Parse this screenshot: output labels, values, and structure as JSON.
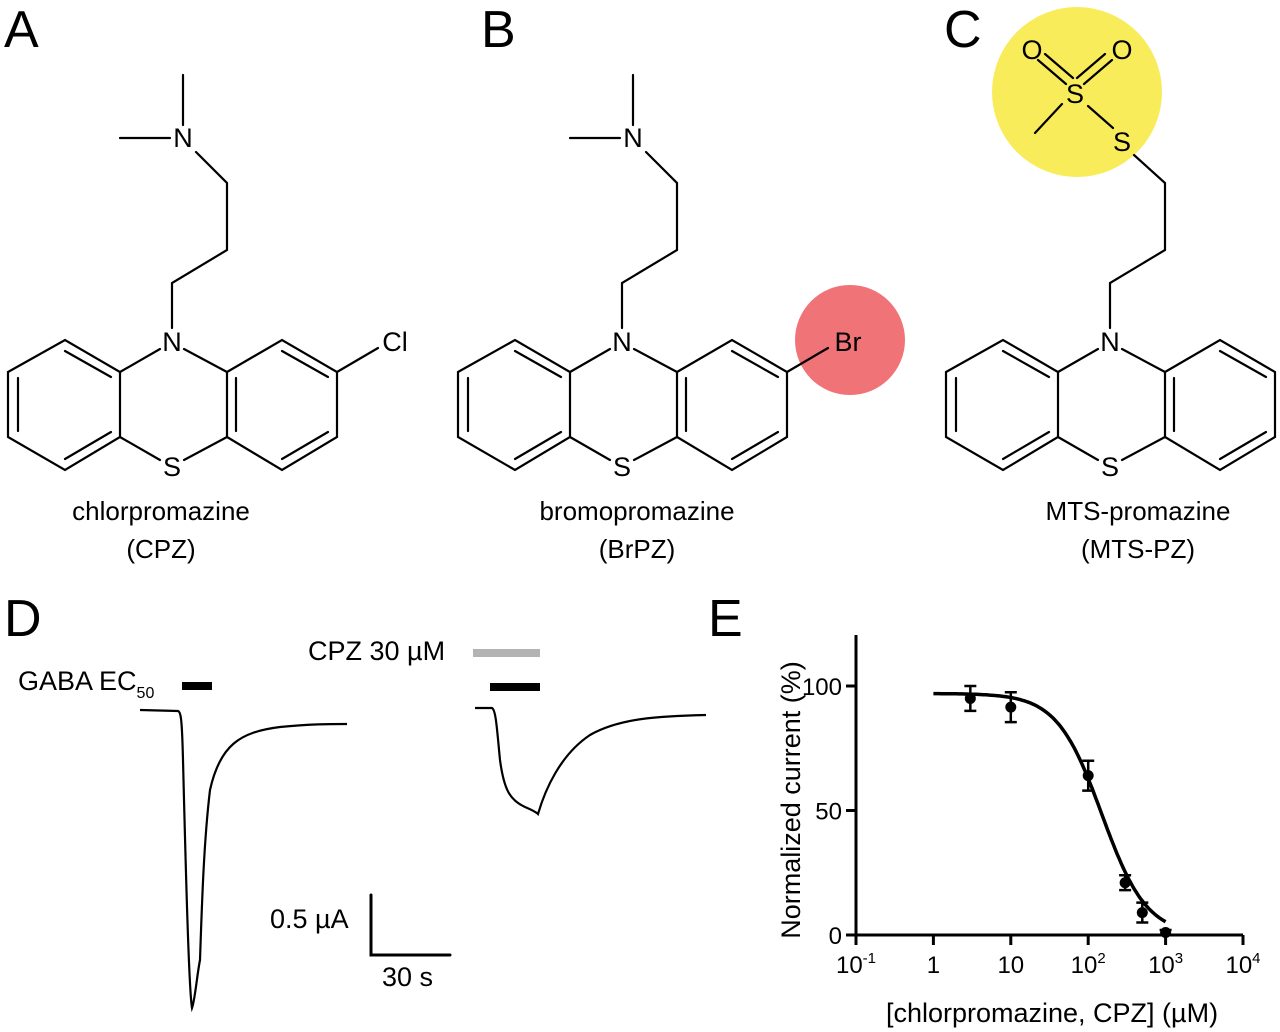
{
  "panels": {
    "A": {
      "letter": "A",
      "name": "chlorpromazine",
      "abbr": "(CPZ)",
      "atoms": {
        "N_amine": "N",
        "N_ring": "N",
        "S": "S",
        "sub": "Cl"
      }
    },
    "B": {
      "letter": "B",
      "name": "bromopromazine",
      "abbr": "(BrPZ)",
      "atoms": {
        "N_amine": "N",
        "N_ring": "N",
        "S": "S",
        "sub": "Br"
      },
      "highlight_color": "#f07378"
    },
    "C": {
      "letter": "C",
      "name": "MTS-promazine",
      "abbr": "(MTS-PZ)",
      "atoms": {
        "N_ring": "N",
        "S": "S",
        "S1": "S",
        "S2": "S",
        "O1": "O",
        "O2": "O"
      },
      "highlight_color": "#f8ec5a"
    },
    "D": {
      "letter": "D",
      "gaba_label": "GABA EC",
      "gaba_sub": "50",
      "cpz_label": "CPZ 30 µM",
      "scale_current": "0.5 µA",
      "scale_time": "30 s",
      "cpz_bar_color": "#b3b3b3"
    },
    "E": {
      "letter": "E"
    }
  },
  "chart_data": {
    "type": "scatter",
    "title": "",
    "xlabel": "[chlorpromazine, CPZ] (µM)",
    "ylabel": "Normalized current (%)",
    "xscale": "log",
    "xlim": [
      0.1,
      10000
    ],
    "ylim": [
      0,
      120
    ],
    "xticks": [
      {
        "base": "10",
        "exp": "-1",
        "v": 0.1
      },
      {
        "base": "1",
        "exp": "",
        "v": 1
      },
      {
        "base": "10",
        "exp": "",
        "v": 10
      },
      {
        "base": "10",
        "exp": "2",
        "v": 100
      },
      {
        "base": "10",
        "exp": "3",
        "v": 1000
      },
      {
        "base": "10",
        "exp": "4",
        "v": 10000
      }
    ],
    "yticks": [
      {
        "label": "0",
        "v": 0
      },
      {
        "label": "50",
        "v": 50
      },
      {
        "label": "100",
        "v": 100
      }
    ],
    "points": [
      {
        "x": 3,
        "y": 95,
        "err": 5
      },
      {
        "x": 10,
        "y": 91.5,
        "err": 6
      },
      {
        "x": 100,
        "y": 64,
        "err": 6
      },
      {
        "x": 300,
        "y": 21,
        "err": 3
      },
      {
        "x": 500,
        "y": 9,
        "err": 4
      },
      {
        "x": 1000,
        "y": 1,
        "err": 1
      }
    ],
    "fit": {
      "model": "hill",
      "top": 97,
      "bottom": 0,
      "ic50": 150,
      "hill": 1.5,
      "xrange": [
        1,
        1000
      ]
    },
    "grid": false,
    "legend": "none"
  }
}
